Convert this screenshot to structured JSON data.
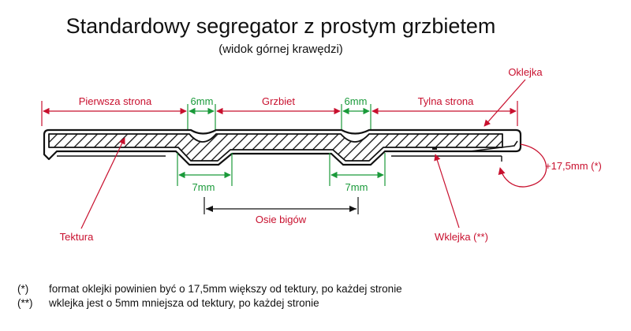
{
  "title": "Standardowy segregator z prostym grzbietem",
  "subtitle": "(widok górnej krawędzi)",
  "labels": {
    "front": "Pierwsza strona",
    "gap_left": "6mm",
    "spine": "Grzbiet",
    "gap_right": "6mm",
    "back": "Tylna strona",
    "cover": "Oklejka",
    "extra": "+17,5mm (*)",
    "hinge_left": "7mm",
    "hinge_right": "7mm",
    "axes": "Osie bigów",
    "board": "Tektura",
    "liner": "Wklejka (**)"
  },
  "notes": [
    {
      "mark": "(*)",
      "text": "format oklejki powinien być o 17,5mm większy od tektury, po każdej stronie"
    },
    {
      "mark": "(**)",
      "text": "wklejka jest o 5mm mniejsza od tektury, po każdej stronie"
    }
  ],
  "colors": {
    "annotation_red": "#c8102e",
    "dimension_green": "#1a9a3a",
    "outline_black": "#111111"
  }
}
